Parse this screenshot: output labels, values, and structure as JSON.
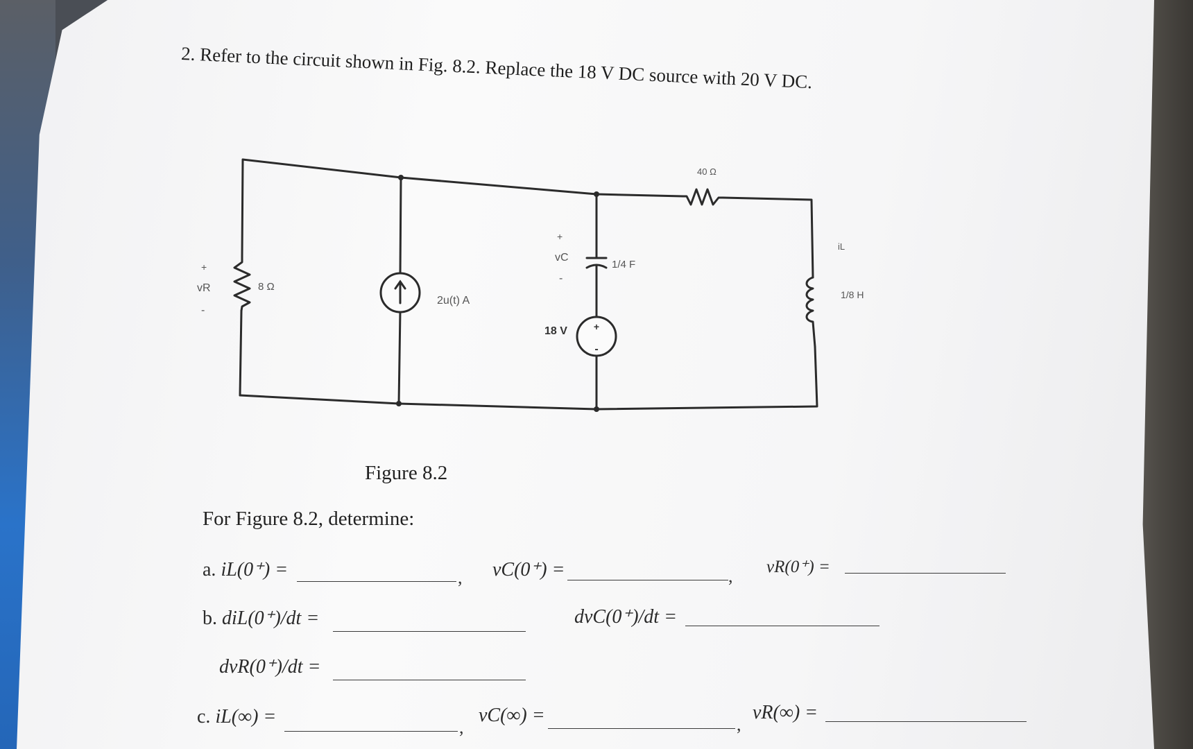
{
  "problem": {
    "title": "2. Refer to the circuit shown in Fig. 8.2. Replace the 18 V DC source with 20 V DC."
  },
  "circuit": {
    "r1_label": "8 Ω",
    "vr_label": "vR",
    "plus_sign": "+",
    "minus_sign": "-",
    "source_label": "2u(t) A",
    "vc_label": "vC",
    "cap_label": "1/4 F",
    "vsrc_label": "18 V",
    "r2_label": "40 Ω",
    "il_label": "iL",
    "ind_label": "1/8 H"
  },
  "figure_caption": "Figure 8.2",
  "prompt": "For Figure 8.2, determine:",
  "questions": {
    "a_label": "a.",
    "a1": "iL(0⁺) =",
    "a2": "vC(0⁺) =",
    "a3": "vR(0⁺) =",
    "b_label": "b.",
    "b1": "diL(0⁺)/dt =",
    "b2": "dvC(0⁺)/dt =",
    "b3": "dvR(0⁺)/dt =",
    "c_label": "c.",
    "c1": "iL(∞) =",
    "c2": "vC(∞) =",
    "c3": "vR(∞) ="
  },
  "punctuation": {
    "comma": ","
  }
}
